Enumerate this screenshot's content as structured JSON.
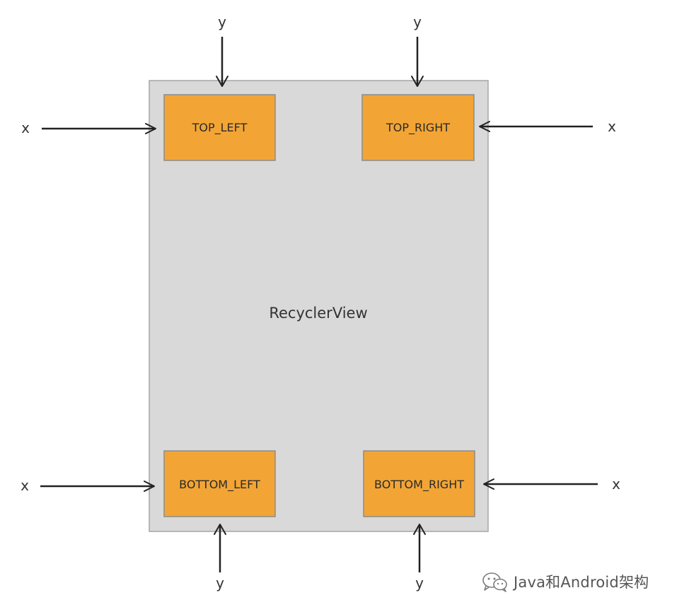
{
  "diagram": {
    "container_label": "RecyclerView",
    "corner_boxes": [
      {
        "id": "top-left",
        "label": "TOP_LEFT"
      },
      {
        "id": "top-right",
        "label": "TOP_RIGHT"
      },
      {
        "id": "bottom-left",
        "label": "BOTTOM_LEFT"
      },
      {
        "id": "bottom-right",
        "label": "BOTTOM_RIGHT"
      }
    ],
    "axis_labels": {
      "x": "x",
      "y": "y"
    },
    "colors": {
      "container_fill": "#d9d9d9",
      "box_fill": "#f2a535"
    }
  },
  "watermark": {
    "text": "Java和Android架构",
    "icon": "wechat-icon"
  }
}
